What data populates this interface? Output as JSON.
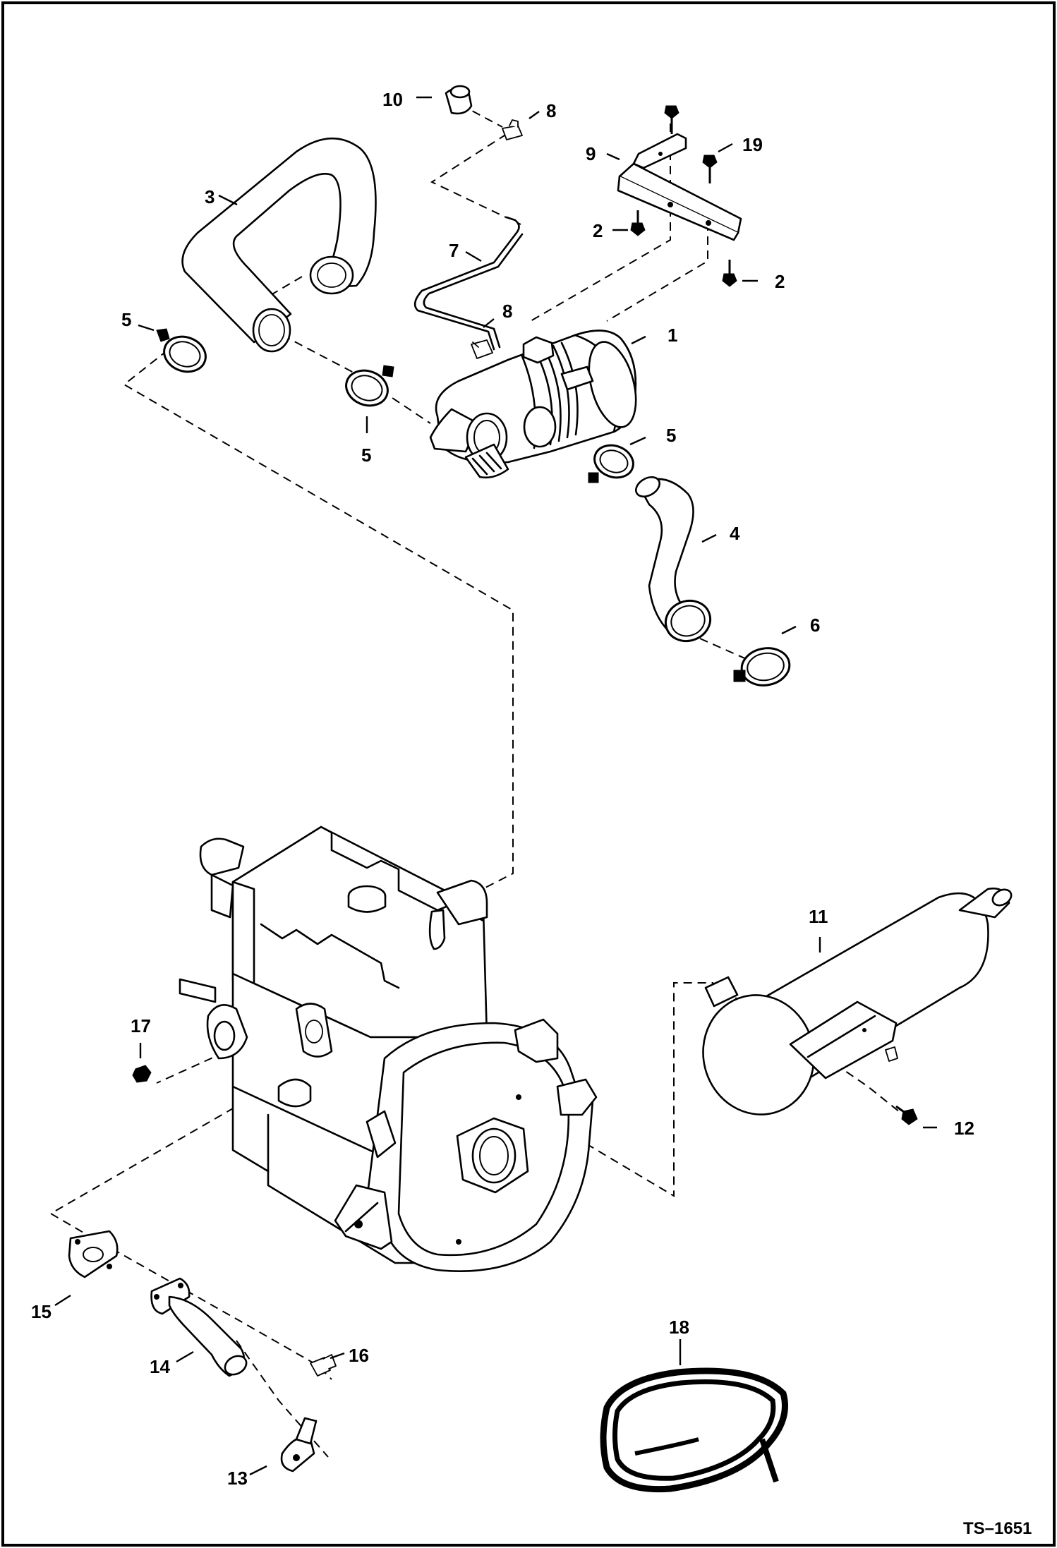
{
  "diagram": {
    "drawing_number": "TS–1651",
    "callouts": {
      "c1": "1",
      "c2a": "2",
      "c2b": "2",
      "c3": "3",
      "c4": "4",
      "c5a": "5",
      "c5b": "5",
      "c5c": "5",
      "c6": "6",
      "c7": "7",
      "c8a": "8",
      "c8b": "8",
      "c9": "9",
      "c10": "10",
      "c11": "11",
      "c12": "12",
      "c13": "13",
      "c14": "14",
      "c15": "15",
      "c16": "16",
      "c17": "17",
      "c18": "18",
      "c19": "19"
    }
  }
}
